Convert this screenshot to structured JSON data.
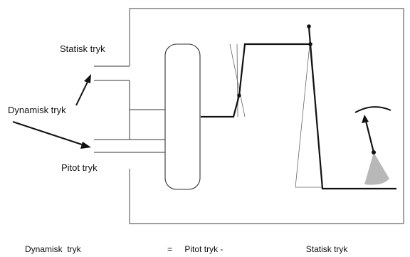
{
  "labels": {
    "static_pressure": "Statisk tryk",
    "dynamic_pressure": "Dynamisk tryk",
    "pitot_pressure": "Pitot tryk"
  },
  "formula": {
    "left": "Dynamisk  tryk",
    "equals": "=",
    "pitot_term": "Pitot tryk -",
    "static_term": "Statisk tryk"
  },
  "colors": {
    "line": "#111111",
    "thin_line": "#555555",
    "frame": "#666666",
    "gauge_sector": "#b8b8b8"
  }
}
